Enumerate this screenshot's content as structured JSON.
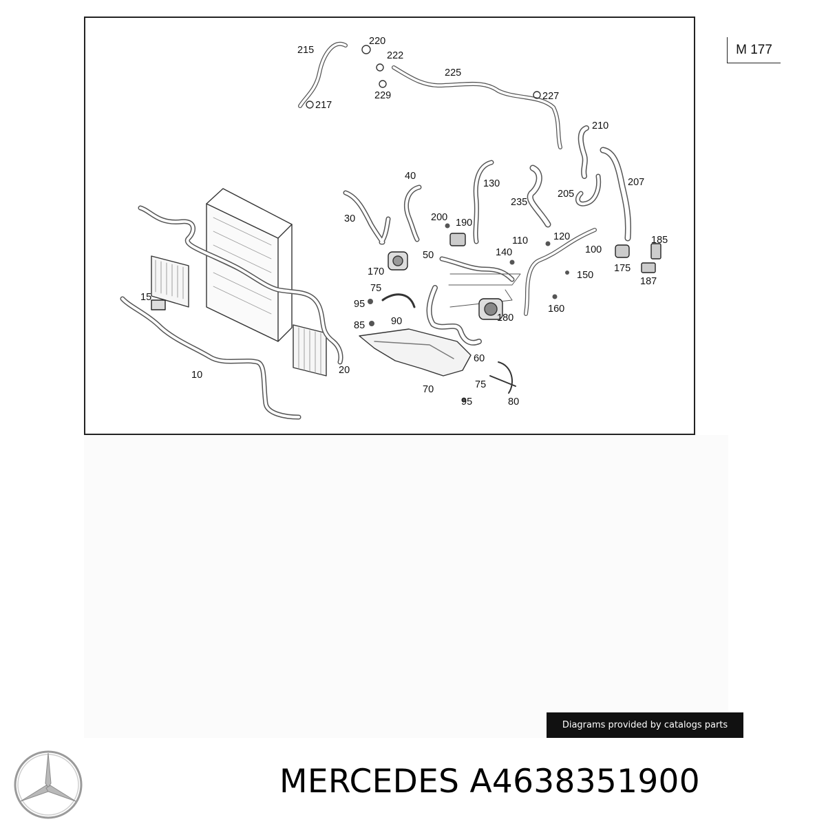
{
  "diagram": {
    "code": "M 177",
    "callouts": [
      {
        "id": "215",
        "label": "215"
      },
      {
        "id": "217",
        "label": "217"
      },
      {
        "id": "220",
        "label": "220"
      },
      {
        "id": "222",
        "label": "222"
      },
      {
        "id": "229",
        "label": "229"
      },
      {
        "id": "225",
        "label": "225"
      },
      {
        "id": "227",
        "label": "227"
      },
      {
        "id": "210",
        "label": "210"
      },
      {
        "id": "207",
        "label": "207"
      },
      {
        "id": "205",
        "label": "205"
      },
      {
        "id": "130",
        "label": "130"
      },
      {
        "id": "235",
        "label": "235"
      },
      {
        "id": "40",
        "label": "40"
      },
      {
        "id": "30",
        "label": "30"
      },
      {
        "id": "200",
        "label": "200"
      },
      {
        "id": "190",
        "label": "190"
      },
      {
        "id": "110",
        "label": "110"
      },
      {
        "id": "120",
        "label": "120"
      },
      {
        "id": "185",
        "label": "185"
      },
      {
        "id": "100",
        "label": "100"
      },
      {
        "id": "140",
        "label": "140"
      },
      {
        "id": "50",
        "label": "50"
      },
      {
        "id": "170",
        "label": "170"
      },
      {
        "id": "175",
        "label": "175"
      },
      {
        "id": "187",
        "label": "187"
      },
      {
        "id": "150",
        "label": "150"
      },
      {
        "id": "75a",
        "label": "75"
      },
      {
        "id": "95a",
        "label": "95"
      },
      {
        "id": "15",
        "label": "15"
      },
      {
        "id": "160",
        "label": "160"
      },
      {
        "id": "85",
        "label": "85"
      },
      {
        "id": "90",
        "label": "90"
      },
      {
        "id": "180",
        "label": "180"
      },
      {
        "id": "60",
        "label": "60"
      },
      {
        "id": "20",
        "label": "20"
      },
      {
        "id": "10",
        "label": "10"
      },
      {
        "id": "75b",
        "label": "75"
      },
      {
        "id": "70",
        "label": "70"
      },
      {
        "id": "95b",
        "label": "95"
      },
      {
        "id": "80",
        "label": "80"
      }
    ]
  },
  "credit": "Diagrams provided by catalogs parts",
  "product": {
    "brand": "MERCEDES",
    "part_number": "A4638351900",
    "logo_icon": "mercedes-star-icon"
  }
}
